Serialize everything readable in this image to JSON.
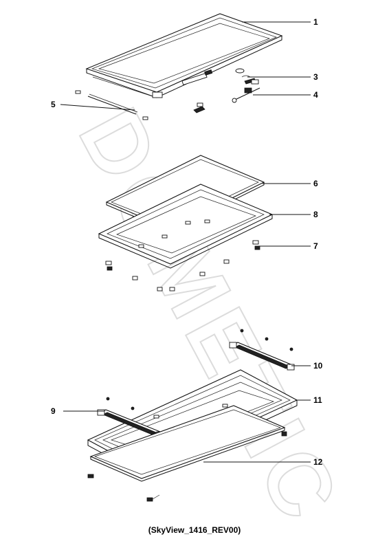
{
  "watermark": "DOMETIC",
  "caption": "(SkyView_1416_REV00)",
  "callouts": [
    "1",
    "3",
    "4",
    "5",
    "6",
    "8",
    "7",
    "10",
    "11",
    "9",
    "12"
  ]
}
